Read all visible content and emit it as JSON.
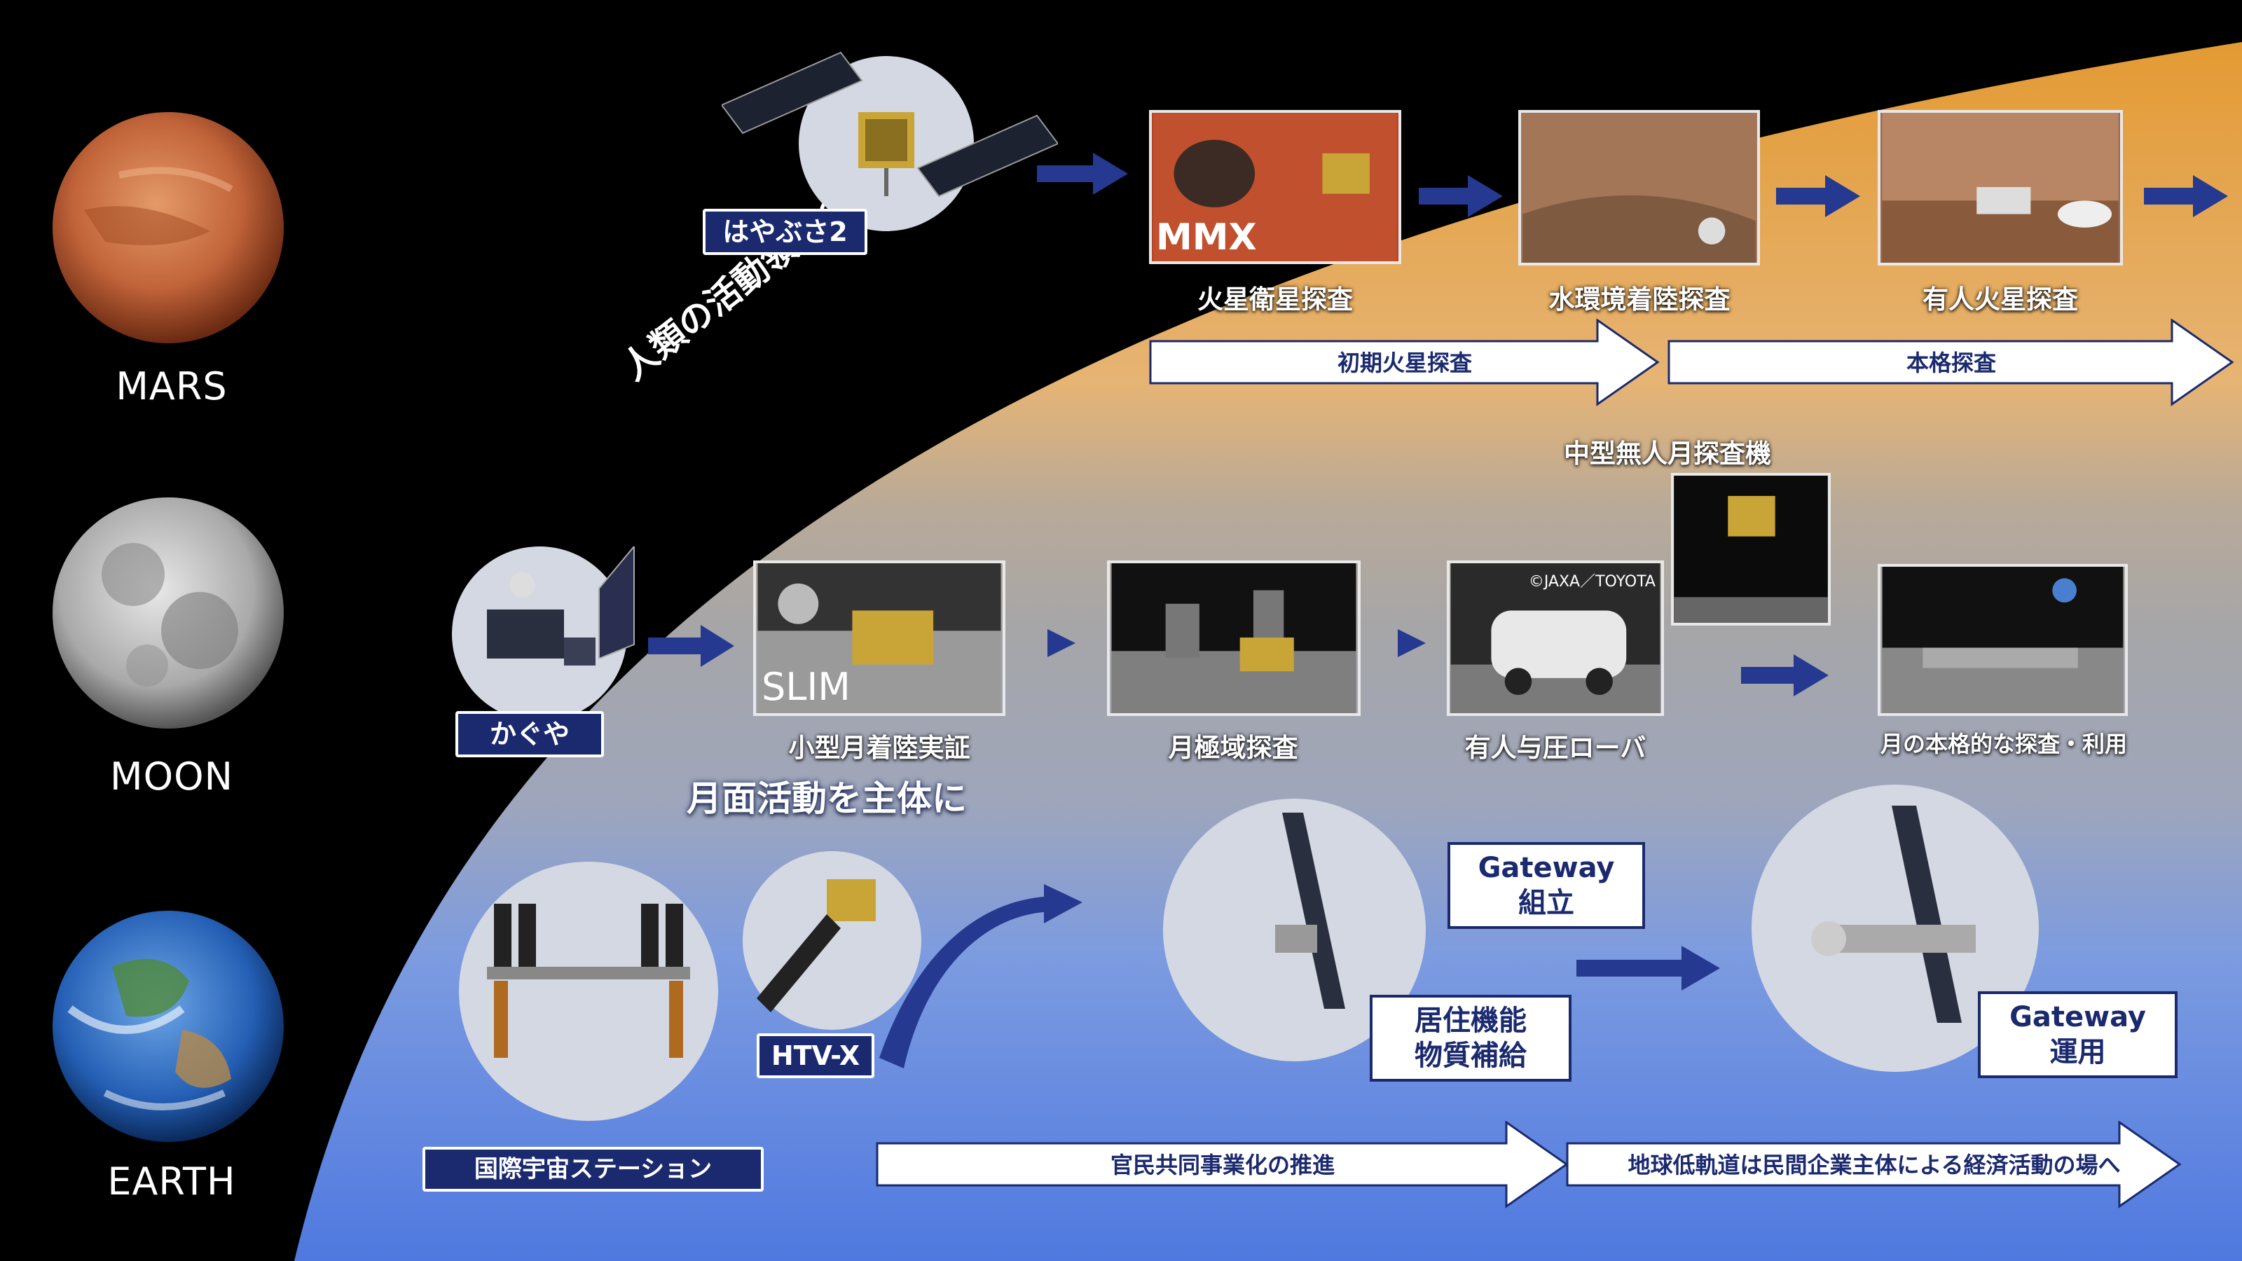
{
  "planets": {
    "mars": "MARS",
    "moon": "MOON",
    "earth": "EARTH"
  },
  "curve_label": "人類の活動領域の拡大",
  "mars_row": {
    "mission_tag": "はやぶさ2",
    "photo_overlay": "MMX",
    "captions": [
      "火星衛星探査",
      "水環境着陸探査",
      "有人火星探査"
    ],
    "phase_arrows": [
      "初期火星探査",
      "本格探査"
    ]
  },
  "moon_row": {
    "mission_tag": "かぐや",
    "slim_overlay": "SLIM",
    "copyright": "©JAXA／TOYOTA",
    "lander_caption": "中型無人月探査機",
    "captions": [
      "小型月着陸実証",
      "月極域探査",
      "有人与圧ローバ",
      "月の本格的な探査・利用"
    ],
    "headline": "月面活動を主体に"
  },
  "earth_row": {
    "htv_tag": "HTV-X",
    "iss_tag": "国際宇宙ステーション",
    "gateway_build": [
      "Gateway",
      "組立"
    ],
    "habitation": [
      "居住機能",
      "物質補給"
    ],
    "gateway_ops": [
      "Gateway",
      "運用"
    ],
    "bottom_arrows": [
      "官民共同事業化の推進",
      "地球低軌道は民間企業主体による経済活動の場へ"
    ]
  },
  "colors": {
    "navy": "#1b2a6e",
    "arrow_blue": "#24398f",
    "mars_band": "#e29d3c",
    "earth_band": "#5f8ae8"
  }
}
